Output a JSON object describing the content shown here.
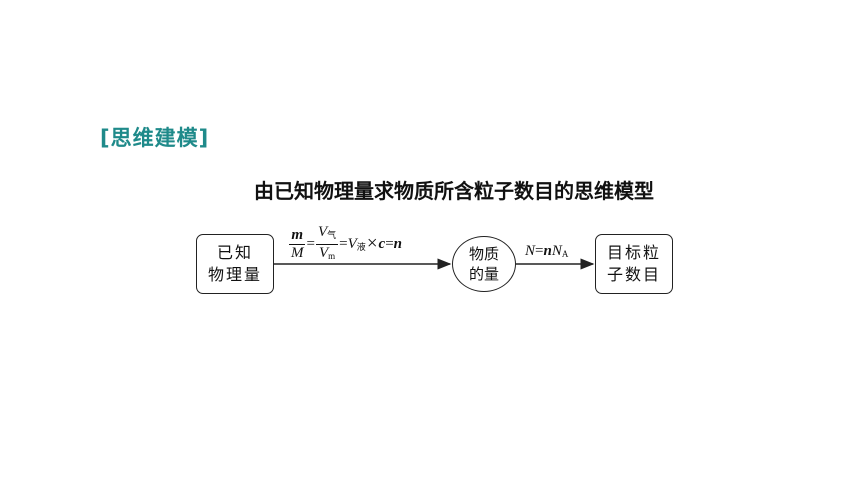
{
  "section_label": "[思维建模]",
  "title": "由已知物理量求物质所含粒子数目的思维模型",
  "start_box": {
    "line1": "已知",
    "line2": "物理量"
  },
  "middle_circle": {
    "line1": "物质",
    "line2": "的量"
  },
  "end_box": {
    "line1": "目标粒",
    "line2": "子数目"
  },
  "formula1": {
    "m": "m",
    "M": "M",
    "eq1": "=",
    "V1": "V",
    "sub_gas": "气",
    "V2": "V",
    "sub_m": "m",
    "eq2": "=",
    "V3": "V",
    "sub_liquid": "液",
    "times": "×",
    "c": "c",
    "eq3": "=",
    "n": "n"
  },
  "formula2": {
    "N": "N",
    "eq": "=",
    "n": "n",
    "NA": "N",
    "sub_A": "A"
  }
}
